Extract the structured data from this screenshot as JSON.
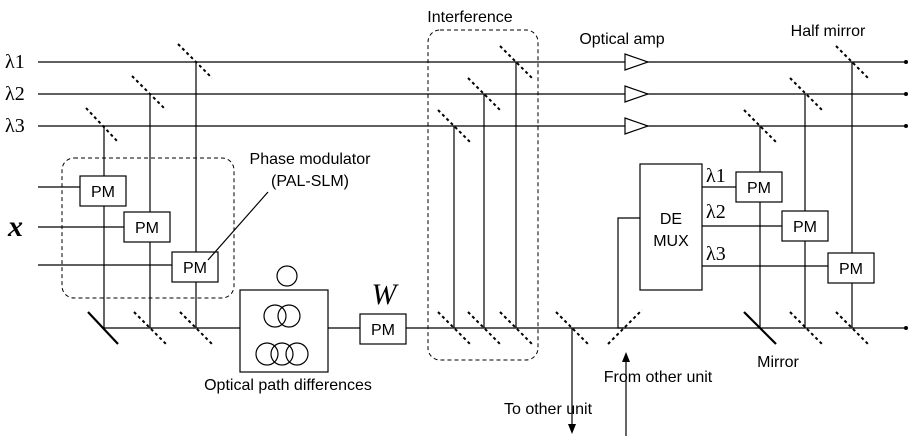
{
  "wavelength_labels": [
    "λ1",
    "λ2",
    "λ3"
  ],
  "input_label": "x",
  "weight_label": "W",
  "pm_label": "PM",
  "labels": {
    "interference": "Interference",
    "optical_amp": "Optical amp",
    "half_mirror": "Half mirror",
    "phase_modulator": "Phase modulator",
    "pal_slm": "(PAL-SLM)",
    "optical_path_differences": "Optical path differences",
    "demux_line1": "DE",
    "demux_line2": "MUX",
    "mirror": "Mirror",
    "from_other_unit": "From other unit",
    "to_other_unit": "To other unit"
  }
}
